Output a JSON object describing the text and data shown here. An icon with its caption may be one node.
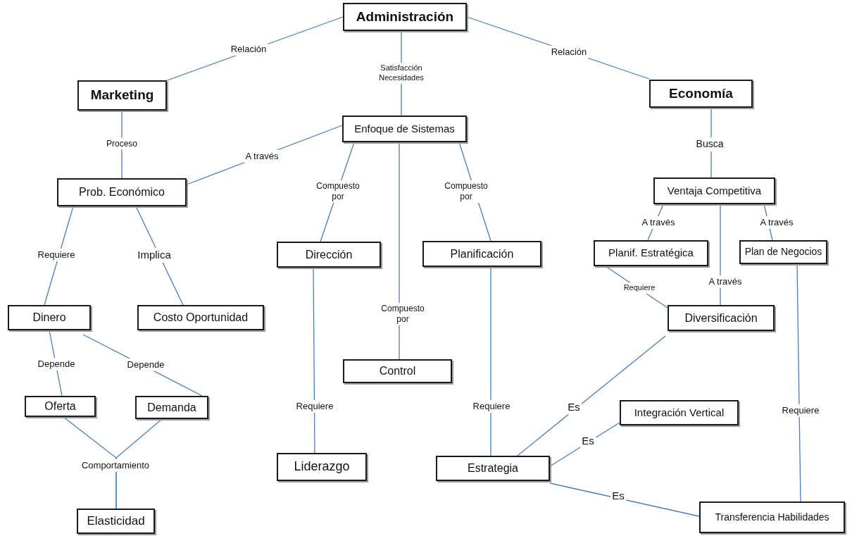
{
  "diagram": {
    "nodes": [
      {
        "text": [
          "Administración"
        ]
      },
      {
        "text": [
          "Marketing"
        ]
      },
      {
        "text": [
          "Economía"
        ]
      },
      {
        "text": [
          "Enfoque de Sistemas"
        ]
      },
      {
        "text": [
          "Prob. Económico"
        ]
      },
      {
        "text": [
          "Ventaja Competitiva"
        ]
      },
      {
        "text": [
          "Dirección"
        ]
      },
      {
        "text": [
          "Planificación"
        ]
      },
      {
        "text": [
          "Planif. Estratégica"
        ]
      },
      {
        "text": [
          "Plan de Negocios"
        ]
      },
      {
        "text": [
          "Dinero"
        ]
      },
      {
        "text": [
          "Costo Oportunidad"
        ]
      },
      {
        "text": [
          "Diversificación"
        ]
      },
      {
        "text": [
          "Control"
        ]
      },
      {
        "text": [
          "Oferta"
        ]
      },
      {
        "text": [
          "Demanda"
        ]
      },
      {
        "text": [
          "Integración Vertical"
        ]
      },
      {
        "text": [
          "Liderazgo"
        ]
      },
      {
        "text": [
          "Estrategia"
        ]
      },
      {
        "text": [
          "Elasticidad"
        ]
      },
      {
        "text": [
          "Transferencia Habilidades"
        ]
      }
    ],
    "edges": [
      {
        "from": 0,
        "to": 1,
        "arrow": "none",
        "label": "Relación"
      },
      {
        "from": 0,
        "to": 2,
        "arrow": "none",
        "label": "Relación"
      },
      {
        "from": 0,
        "to": 3,
        "arrow": "none",
        "label": "Satisfacción Necesidades"
      },
      {
        "from": 1,
        "to": 4,
        "arrow": "none",
        "label": "Proceso"
      },
      {
        "from": 3,
        "to": 4,
        "arrow": "none",
        "label": "A través"
      },
      {
        "from": 3,
        "to": 6,
        "arrow": "none",
        "label": "Compuesto por"
      },
      {
        "from": 3,
        "to": 13,
        "arrow": "none",
        "label": "Compuesto por"
      },
      {
        "from": 3,
        "to": 7,
        "arrow": "none",
        "label": "Compuesto por"
      },
      {
        "from": 2,
        "to": 5,
        "arrow": "none",
        "label": "Busca"
      },
      {
        "from": 5,
        "to": 8,
        "arrow": "none",
        "label": "A través"
      },
      {
        "from": 5,
        "to": 12,
        "arrow": "none",
        "label": "A través"
      },
      {
        "from": 5,
        "to": 9,
        "arrow": "none",
        "label": "A través"
      },
      {
        "from": 4,
        "to": 10,
        "arrow": "none",
        "label": "Requiere"
      },
      {
        "from": 4,
        "to": 11,
        "arrow": "none",
        "label": "Implica"
      },
      {
        "from": 8,
        "to": 12,
        "arrow": "none",
        "label": "Requiere"
      },
      {
        "from": 10,
        "to": 14,
        "arrow": "none",
        "label": "Depende"
      },
      {
        "from": 10,
        "to": 15,
        "arrow": "none",
        "label": "Depende"
      },
      {
        "from": 14,
        "to": 19,
        "arrow": "none",
        "label": "Comportamiento"
      },
      {
        "from": 15,
        "to": 19,
        "arrow": "none"
      },
      {
        "from": 6,
        "to": 17,
        "arrow": "none",
        "label": "Requiere"
      },
      {
        "from": 7,
        "to": 18,
        "arrow": "none",
        "label": "Requiere"
      },
      {
        "from": 12,
        "to": 18,
        "arrow": "none",
        "label": "Es"
      },
      {
        "from": 16,
        "to": 18,
        "arrow": "none",
        "label": "Es"
      },
      {
        "from": 18,
        "to": 20,
        "arrow": "none",
        "label": "Es"
      },
      {
        "from": 9,
        "to": 20,
        "arrow": "none",
        "label": "Requiere"
      }
    ]
  }
}
